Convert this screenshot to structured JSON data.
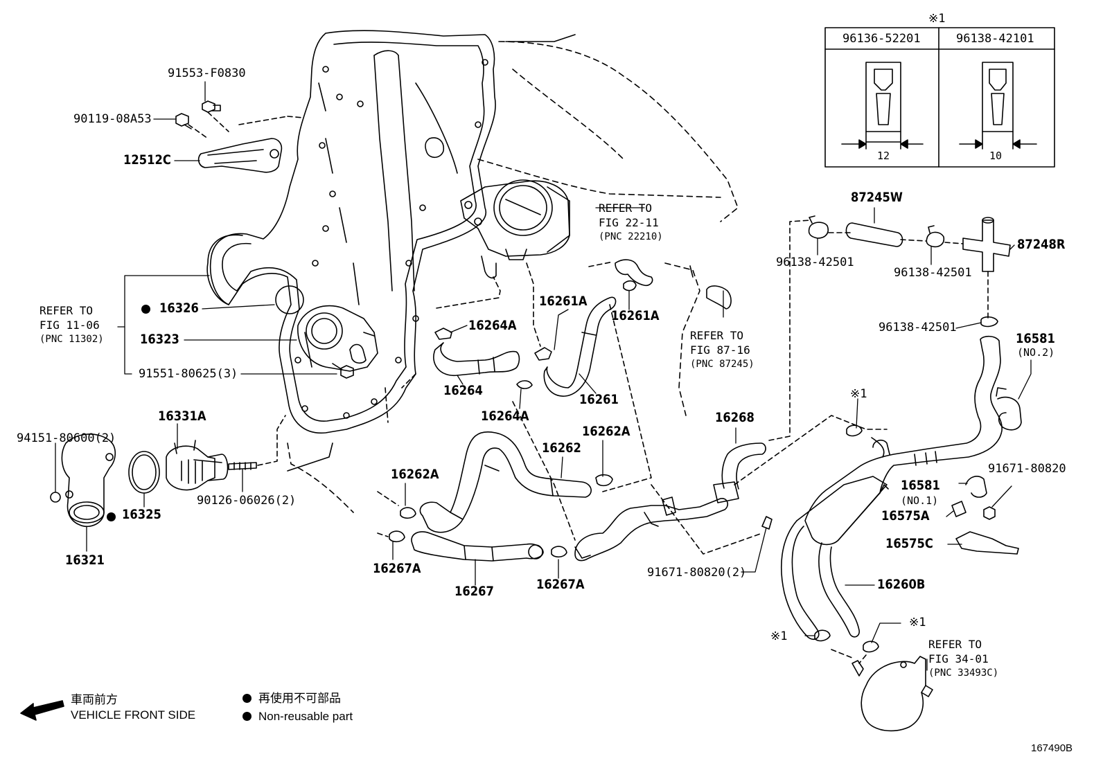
{
  "part_labels": [
    {
      "id": "91553-F0830",
      "text": "91553-F0830"
    },
    {
      "id": "90119-08A53",
      "text": "90119-08A53"
    },
    {
      "id": "12512C",
      "text": "12512C"
    },
    {
      "id": "16326",
      "text": "16326"
    },
    {
      "id": "16323",
      "text": "16323"
    },
    {
      "id": "91551-80625",
      "text": "91551-80625(3)"
    },
    {
      "id": "94151-80600",
      "text": "94151-80600(2)"
    },
    {
      "id": "16331A",
      "text": "16331A"
    },
    {
      "id": "16325",
      "text": "16325"
    },
    {
      "id": "90126-06026",
      "text": "90126-06026(2)"
    },
    {
      "id": "16321",
      "text": "16321"
    },
    {
      "id": "16264A-1",
      "text": "16264A"
    },
    {
      "id": "16264",
      "text": "16264"
    },
    {
      "id": "16264A-2",
      "text": "16264A"
    },
    {
      "id": "16261A-1",
      "text": "16261A"
    },
    {
      "id": "16261A-2",
      "text": "16261A"
    },
    {
      "id": "16261",
      "text": "16261"
    },
    {
      "id": "16262A-1",
      "text": "16262A"
    },
    {
      "id": "16262",
      "text": "16262"
    },
    {
      "id": "16262A-2",
      "text": "16262A"
    },
    {
      "id": "16267A-1",
      "text": "16267A"
    },
    {
      "id": "16267",
      "text": "16267"
    },
    {
      "id": "16267A-2",
      "text": "16267A"
    },
    {
      "id": "16268",
      "text": "16268"
    },
    {
      "id": "91671-80820-2",
      "text": "91671-80820(2)"
    },
    {
      "id": "87245W",
      "text": "87245W"
    },
    {
      "id": "96138-42501-a",
      "text": "96138-42501"
    },
    {
      "id": "96138-42501-b",
      "text": "96138-42501"
    },
    {
      "id": "87248R",
      "text": "87248R"
    },
    {
      "id": "96138-42501-c",
      "text": "96138-42501"
    },
    {
      "id": "16581-no2",
      "text": "16581"
    },
    {
      "id": "16581-no2-sub",
      "text": "(NO.2)"
    },
    {
      "id": "16581-no1",
      "text": "16581"
    },
    {
      "id": "16581-no1-sub",
      "text": "(NO.1)"
    },
    {
      "id": "91671-80820",
      "text": "91671-80820"
    },
    {
      "id": "16575A",
      "text": "16575A"
    },
    {
      "id": "16575C",
      "text": "16575C"
    },
    {
      "id": "16260B",
      "text": "16260B"
    },
    {
      "id": "note1-a",
      "text": "※1"
    },
    {
      "id": "note1-b",
      "text": "※1"
    },
    {
      "id": "note1-c",
      "text": "※1"
    }
  ],
  "references": [
    {
      "id": "ref-11-06",
      "line1": "REFER TO",
      "line2": "FIG 11-06",
      "pnc": "(PNC 11302)"
    },
    {
      "id": "ref-22-11",
      "line1": "REFER TO",
      "line2": "FIG 22-11",
      "pnc": "(PNC 22210)"
    },
    {
      "id": "ref-87-16",
      "line1": "REFER TO",
      "line2": "FIG 87-16",
      "pnc": "(PNC 87245)"
    },
    {
      "id": "ref-34-01",
      "line1": "REFER TO",
      "line2": "FIG 34-01",
      "pnc": "(PNC 33493C)"
    }
  ],
  "clip_table": {
    "note": "※1",
    "columns": [
      {
        "part": "96136-52201",
        "dimension": "12"
      },
      {
        "part": "96138-42101",
        "dimension": "10"
      }
    ]
  },
  "legend": {
    "front_jp": "車両前方",
    "front_en": "VEHICLE FRONT SIDE",
    "nonreuse_jp": "再使用不可部品",
    "nonreuse_en": "Non-reusable part"
  },
  "figure_id": "167490B"
}
